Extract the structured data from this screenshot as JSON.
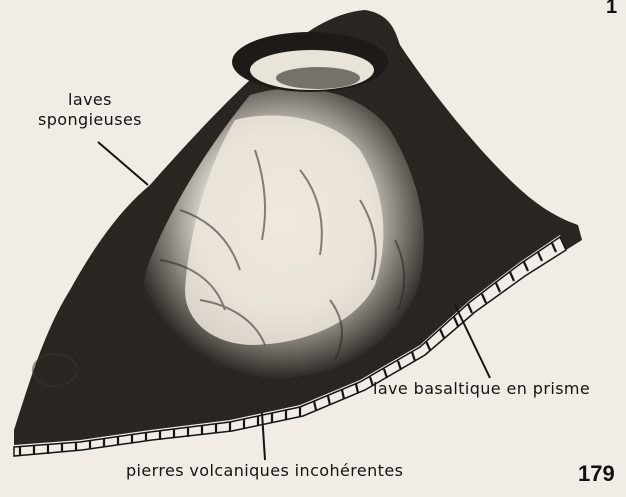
{
  "figure": {
    "labels": {
      "spongy_lava": {
        "line1": "laves",
        "line2": "spongieuses"
      },
      "basalt_lava": "lave basaltique en prisme",
      "loose_stones": "pierres volcaniques incohérentes"
    },
    "page_number": "179",
    "corner_mark": "1",
    "colors": {
      "paper": "#f1ede6",
      "ink": "#141414",
      "cone_dark": "#2a2622",
      "cone_light": "#ece7dd"
    }
  }
}
